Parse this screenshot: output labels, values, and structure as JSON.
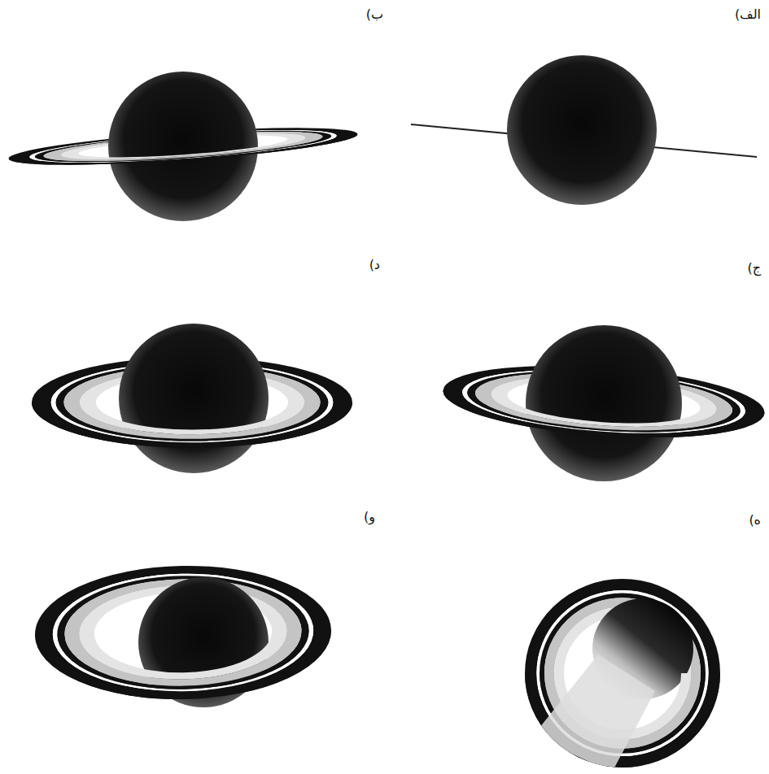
{
  "diagram": {
    "labels": [
      "الف)",
      "ب)",
      "ج)",
      "د)",
      "ه)",
      "و)"
    ]
  }
}
